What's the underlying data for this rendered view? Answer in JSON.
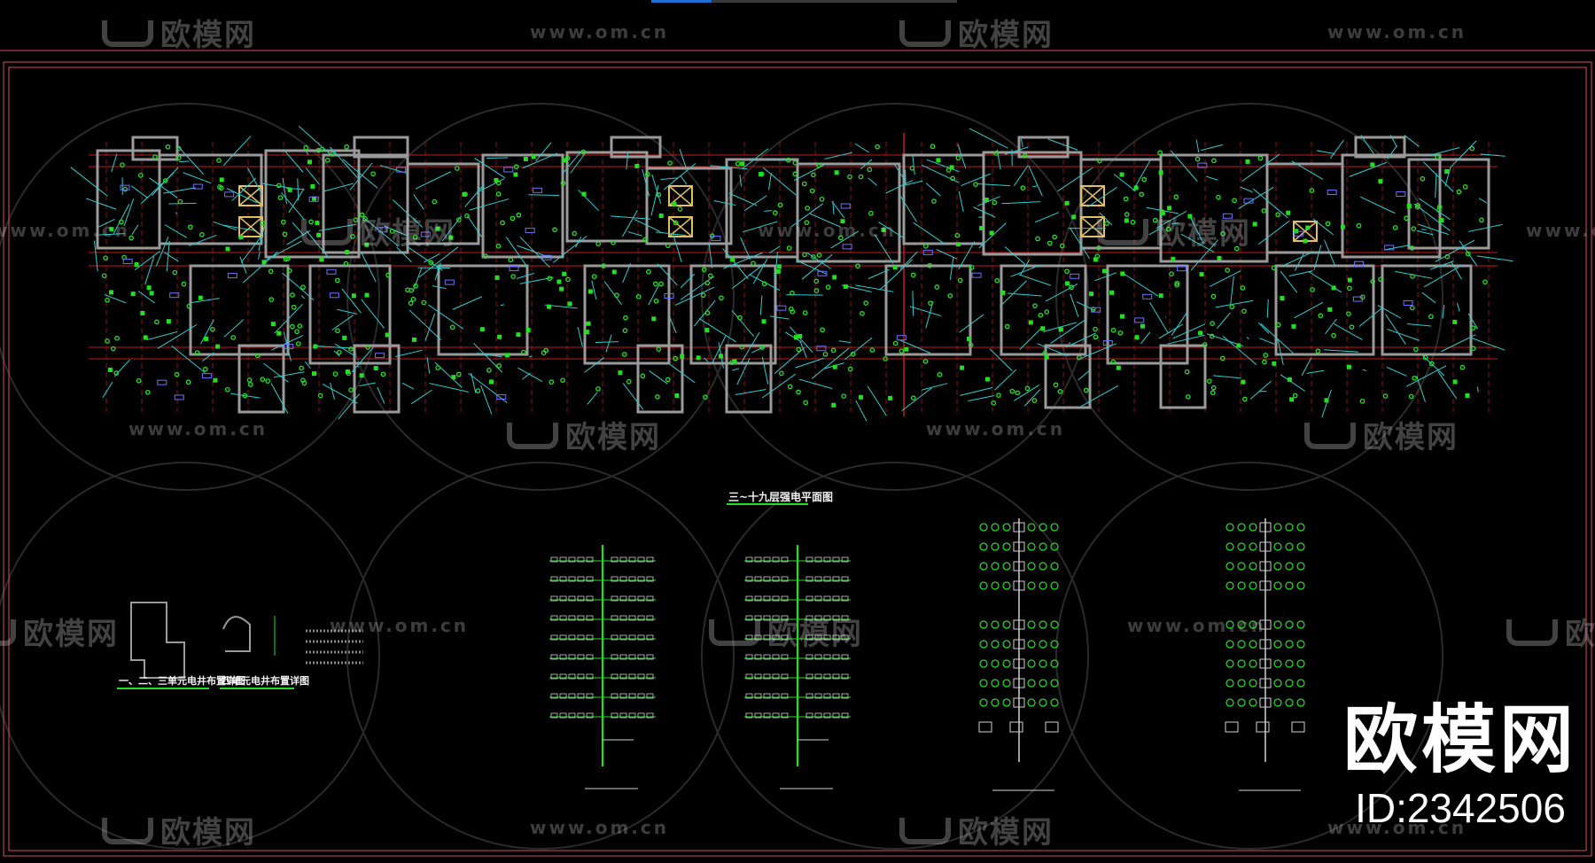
{
  "viewer": {
    "canvas_background": "#000000",
    "tab_strip_active_color": "#1f6fd8",
    "frame_color": "#d94a6b",
    "grid_color": "#c21a1a",
    "wiring_color": "#21e021",
    "conduit_color": "#2ad0d0",
    "wall_color": "#9a9a9a"
  },
  "drawing": {
    "plan_title": "三~十九层强电平面图",
    "detail_captions": [
      "一、二、三单元电井布置详图",
      "四单元电井布置详图"
    ]
  },
  "watermark": {
    "logo_text": "欧模网",
    "url_text": "www.om.cn"
  },
  "brand": {
    "name": "欧模网",
    "id_label": "ID:2342506"
  }
}
